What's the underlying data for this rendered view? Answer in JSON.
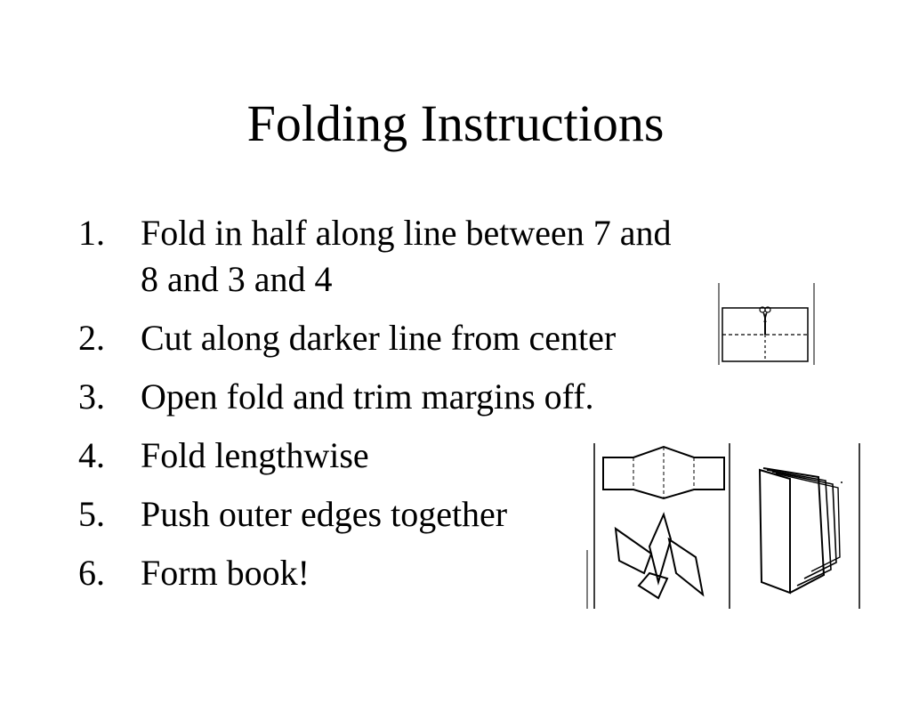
{
  "title": "Folding Instructions",
  "steps": [
    {
      "number": "1.",
      "text": "Fold in half along line between 7 and 8 and 3 and 4"
    },
    {
      "number": "2.",
      "text": "Cut along darker line from center"
    },
    {
      "number": "3.",
      "text": "Open fold and trim margins off."
    },
    {
      "number": "4.",
      "text": "Fold lengthwise"
    },
    {
      "number": "5.",
      "text": "Push outer edges together"
    },
    {
      "number": "6.",
      "text": "Form book!"
    }
  ],
  "figures": {
    "cut_diagram_icon": "scissors-cut-diagram",
    "book_folding_icon": "book-folding-steps"
  }
}
